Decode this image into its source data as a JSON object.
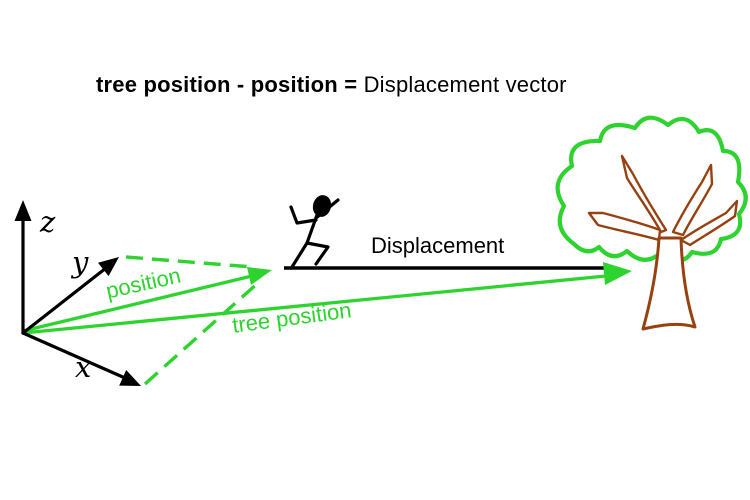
{
  "title": {
    "bold": "tree position - position = ",
    "normal": "Displacement vector"
  },
  "axes": {
    "x": "x",
    "y": "y",
    "z": "z"
  },
  "vectors": {
    "position": {
      "label": "position",
      "style": "solid-green-arrow"
    },
    "tree_position": {
      "label": "tree position",
      "style": "solid-green-arrow"
    },
    "displacement": {
      "label": "Displacement",
      "style": "solid-black-line"
    },
    "projection_from_y": {
      "style": "dashed-green"
    },
    "projection_from_x": {
      "style": "dashed-green"
    }
  },
  "figures": {
    "runner": "running-person-icon",
    "tree": "tree-icon"
  },
  "colors": {
    "green": "#2ed330",
    "black": "#000000",
    "brown": "#96410f",
    "background": "#ffffff"
  }
}
